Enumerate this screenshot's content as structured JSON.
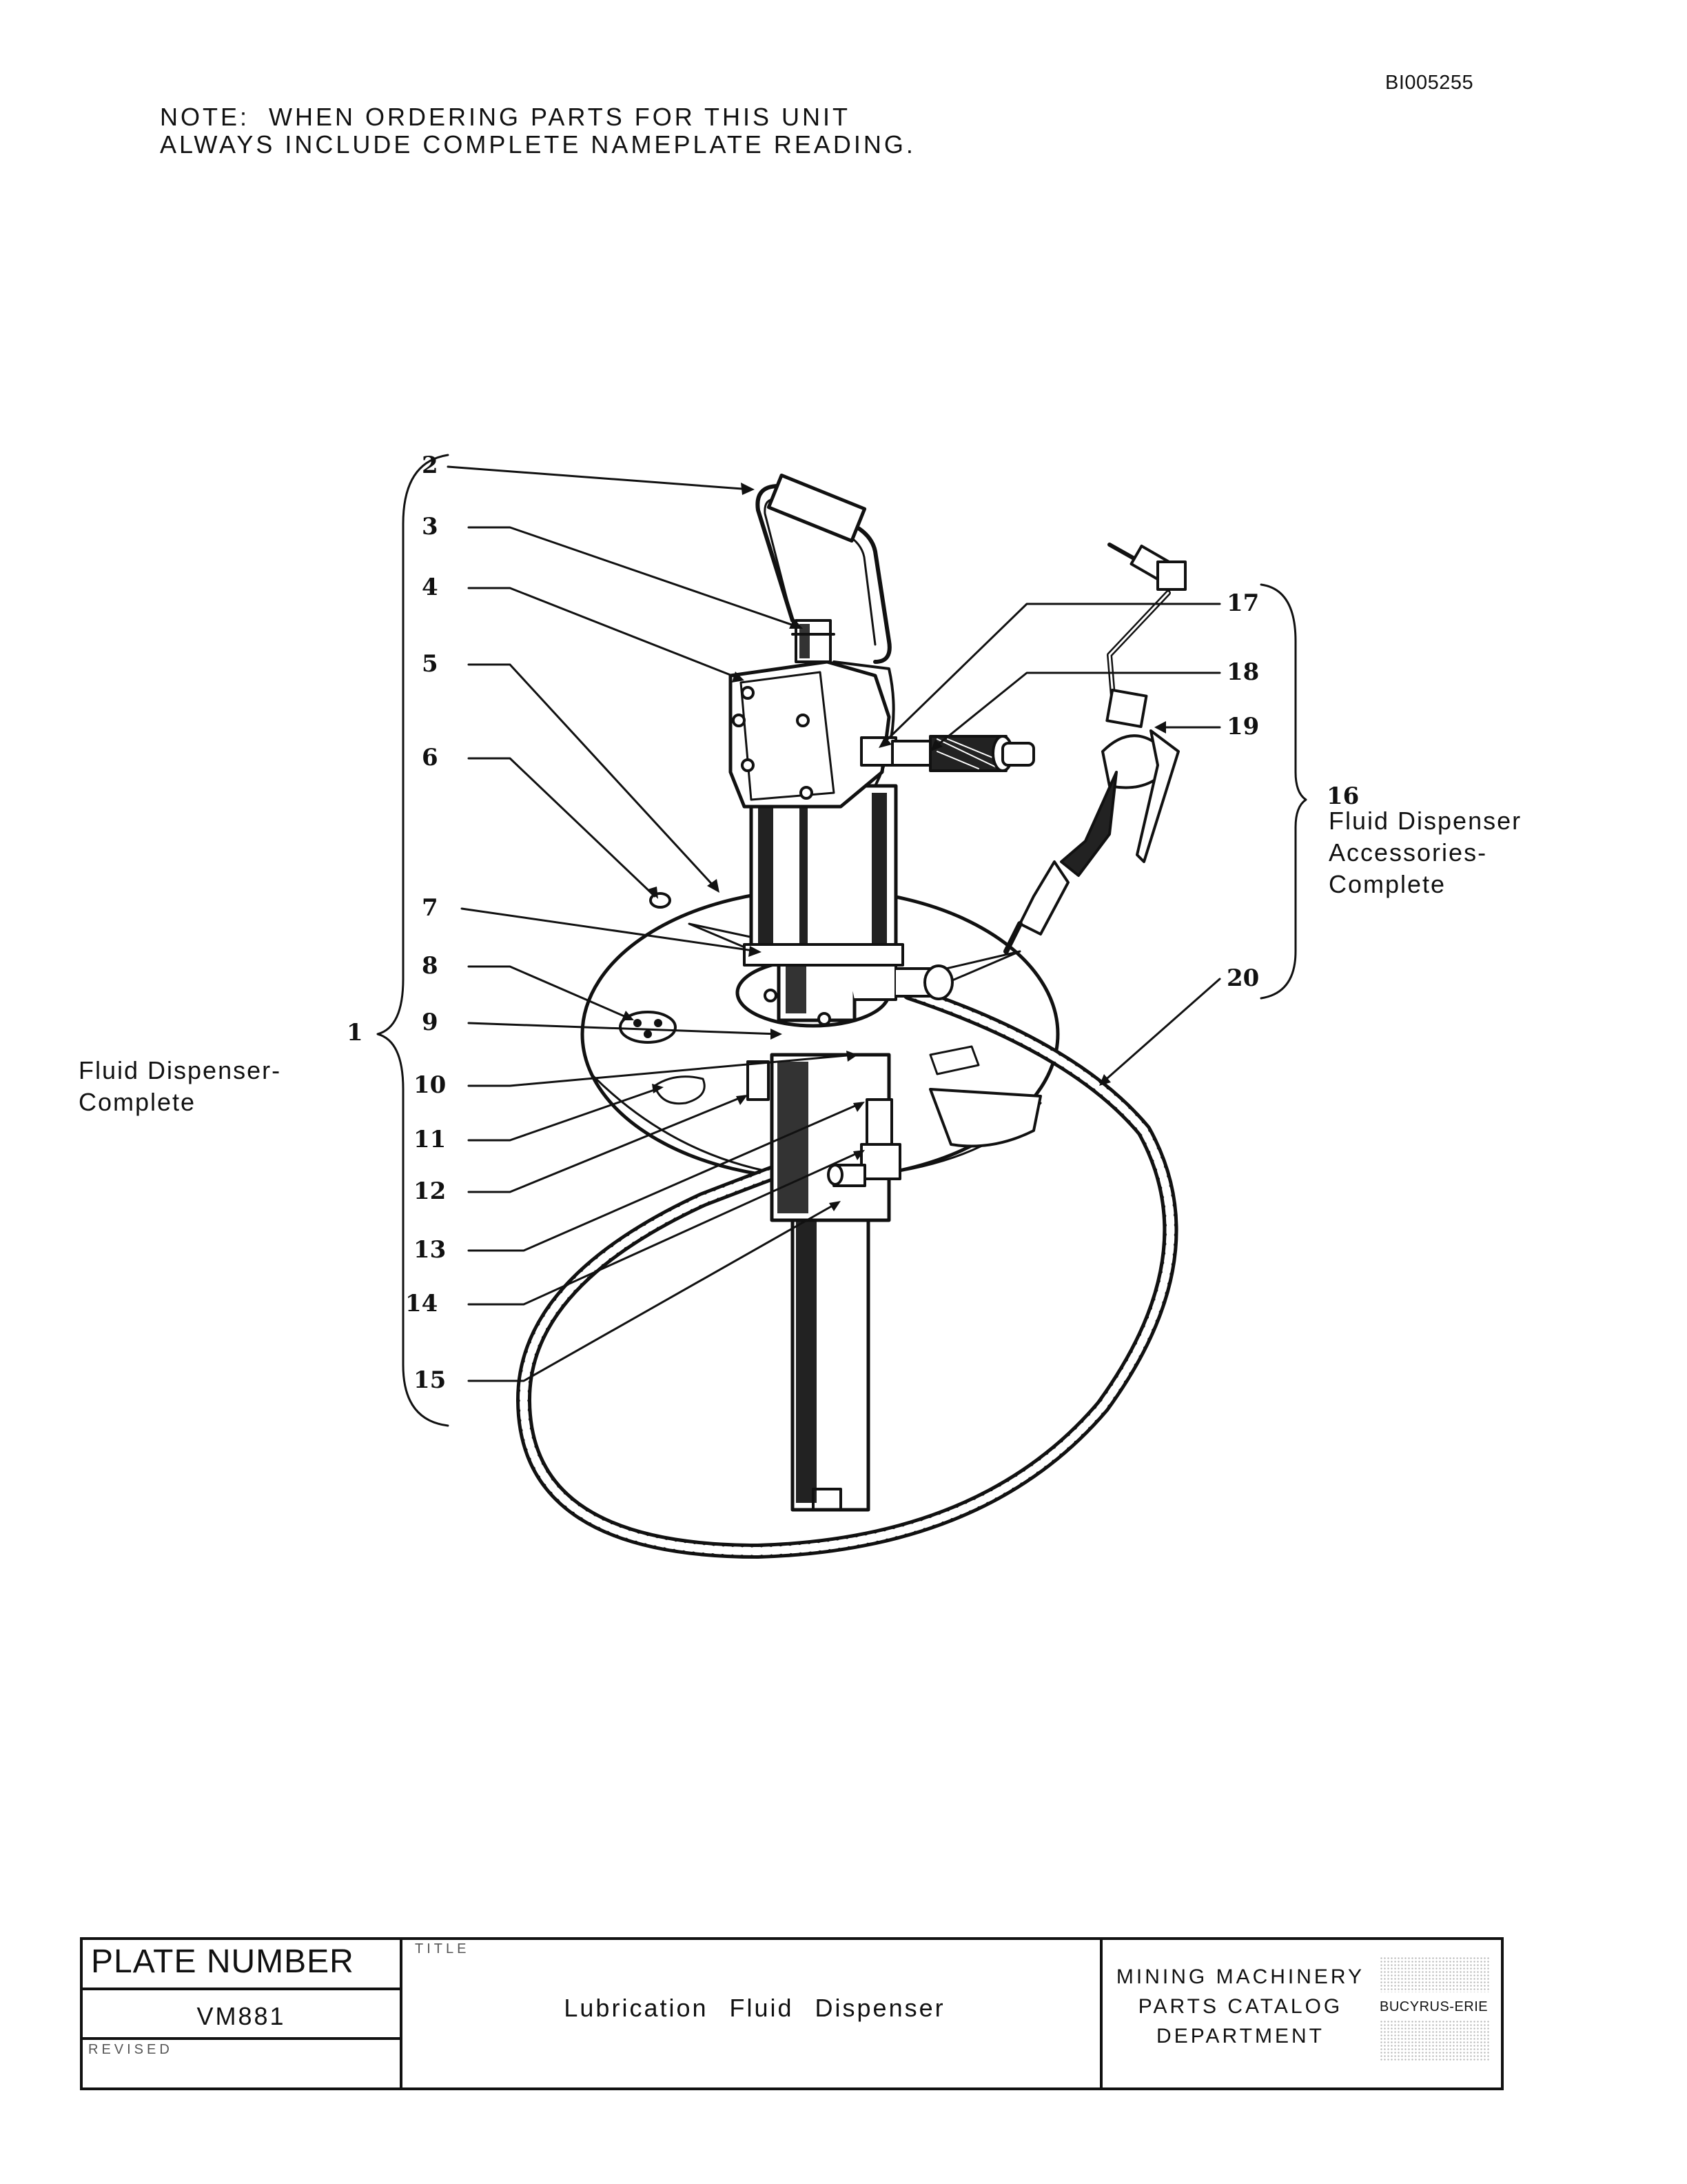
{
  "document_id": "BI005255",
  "note": {
    "line1": "NOTE:  WHEN ORDERING PARTS FOR THIS UNIT",
    "line2": "ALWAYS INCLUDE COMPLETE NAMEPLATE READING."
  },
  "callouts": {
    "c1": "1",
    "c2": "2",
    "c3": "3",
    "c4": "4",
    "c5": "5",
    "c6": "6",
    "c7": "7",
    "c8": "8",
    "c9": "9",
    "c10": "10",
    "c11": "11",
    "c12": "12",
    "c13": "13",
    "c14": "14",
    "c15": "15",
    "c16": "16",
    "c17": "17",
    "c18": "18",
    "c19": "19",
    "c20": "20"
  },
  "groups": {
    "left_line1": "Fluid Dispenser-",
    "left_line2": "Complete",
    "right_line1": "Fluid Dispenser",
    "right_line2": "Accessories-",
    "right_line3": "Complete"
  },
  "title_block": {
    "plate_number_label": "PLATE NUMBER",
    "plate_number": "VM881",
    "revised_label": "REVISED",
    "title_label": "TITLE",
    "title": "Lubrication  Fluid  Dispenser",
    "dept_line1": "MINING MACHINERY",
    "dept_line2": "PARTS CATALOG",
    "dept_line3": "DEPARTMENT",
    "logo_text": "BUCYRUS-ERIE"
  }
}
